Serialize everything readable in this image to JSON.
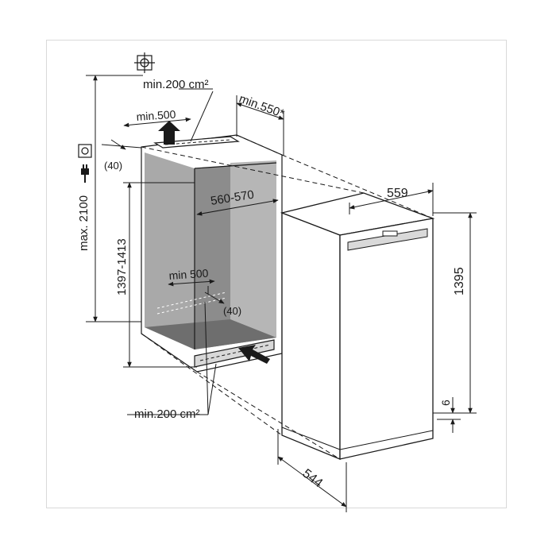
{
  "diagram": {
    "labels": {
      "vent_top_area": "min.200 cm²",
      "vent_top_depth": "min.500",
      "niche_depth": "min.550*",
      "niche_width": "560-570",
      "appliance_width": "559",
      "max_height": "max. 2100",
      "niche_height": "1397-1413",
      "appliance_height": "1395",
      "top_offset": "(40)",
      "bottom_vent_depth": "min 500",
      "bottom_offset": "(40)",
      "vent_bottom_area": "min.200 cm²",
      "plinth_height": "6",
      "appliance_depth": "544"
    },
    "colors": {
      "line": "#1a1a1a",
      "niche_interior": "#8c8c8c",
      "niche_floor": "#6e6e6e",
      "niche_side": "#a9a9a9",
      "appliance_body": "#ffffff"
    },
    "icons": [
      "ventilation-symbol-icon",
      "power-socket-icon",
      "plug-icon",
      "airflow-arrow-icon"
    ]
  }
}
